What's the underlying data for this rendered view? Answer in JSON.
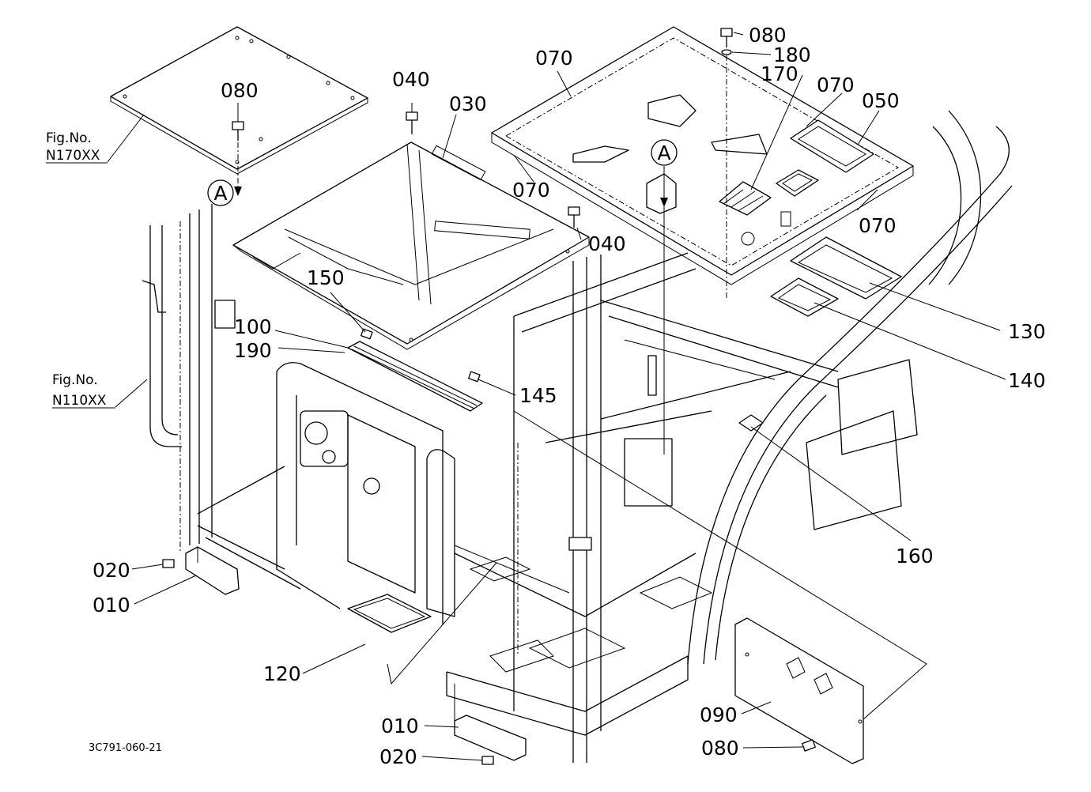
{
  "drawing_code": "3C791-060-21",
  "references": [
    {
      "fig": "Fig.No.",
      "num": "N170XX"
    },
    {
      "fig": "Fig.No.",
      "num": "N110XX"
    }
  ],
  "view_marker": "A",
  "callouts": {
    "p080_top_left": "080",
    "p040_top": "040",
    "p030": "030",
    "p070_a": "070",
    "p080_top_right": "080",
    "p180": "180",
    "p170": "170",
    "p070_b": "070",
    "p050": "050",
    "p070_c": "070",
    "p070_d": "070",
    "p040_mid": "040",
    "p150": "150",
    "p100": "100",
    "p190": "190",
    "p145": "145",
    "p130": "130",
    "p140": "140",
    "p160": "160",
    "p020_left": "020",
    "p010_left": "010",
    "p120": "120",
    "p010_bottom": "010",
    "p020_bottom": "020",
    "p090": "090",
    "p080_bottom": "080"
  }
}
